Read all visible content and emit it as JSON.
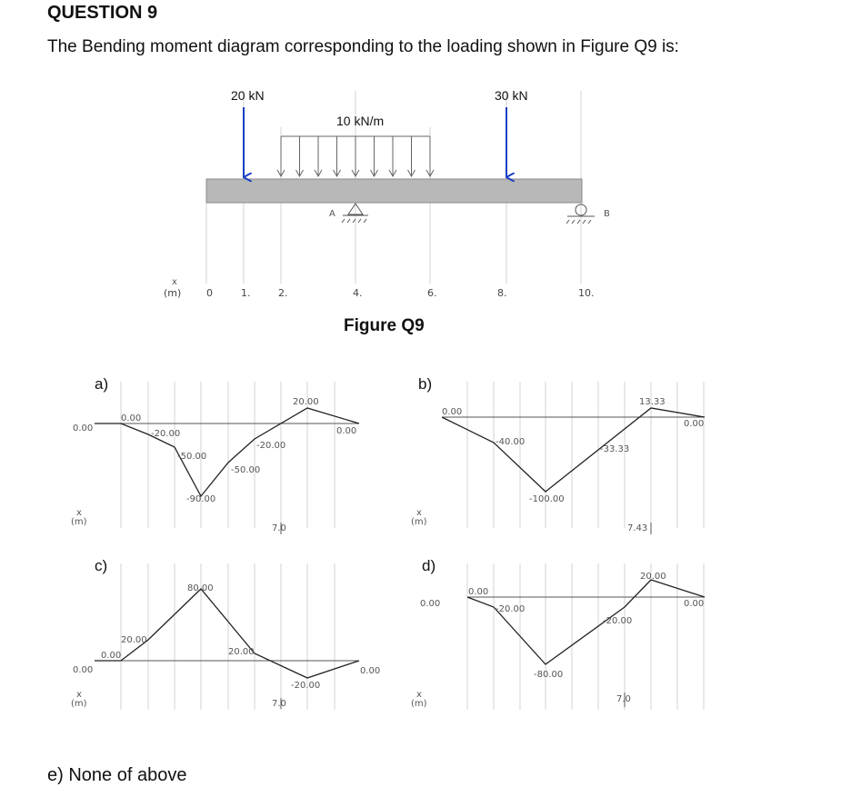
{
  "heading": "QUESTION 9",
  "question": "The Bending moment diagram corresponding to the loading shown in Figure Q9 is:",
  "figure": {
    "caption": "Figure Q9",
    "point_load_1": "20 kN",
    "point_load_2": "30 kN",
    "udl": "10 kN/m",
    "support_a": "A",
    "support_b": "B",
    "x_label_top": "x",
    "x_label_unit": "(m)",
    "ticks": [
      "0",
      "1.",
      "2.",
      "4.",
      "6.",
      "8.",
      "10."
    ]
  },
  "options": {
    "a": {
      "label": "a)",
      "axis_value": "0.00",
      "marker": "7.0",
      "points": [
        "0.00",
        "-20.00",
        "-50.00",
        "-90.00",
        "-50.00",
        "-20.00",
        "20.00",
        "0.00"
      ]
    },
    "b": {
      "label": "b)",
      "marker": "7.43",
      "points": [
        "0.00",
        "-40.00",
        "-100.00",
        "-33.33",
        "13.33",
        "0.00"
      ]
    },
    "c": {
      "label": "c)",
      "axis_value": "0.00",
      "marker": "7.0",
      "points": [
        "0.00",
        "20.00",
        "80.00",
        "20.00",
        "-20.00",
        "0.00"
      ]
    },
    "d": {
      "label": "d)",
      "axis_value": "0.00",
      "marker": "7.0",
      "points": [
        "0.00",
        "-20.00",
        "-80.00",
        "-20.00",
        "20.00",
        "0.00"
      ]
    },
    "x_label_top": "x",
    "x_label_unit": "(m)"
  },
  "option_e": "e) None of above"
}
